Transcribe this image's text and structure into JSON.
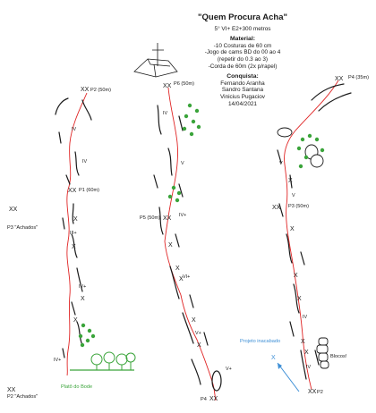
{
  "info": {
    "title": "\"Quem Procura Acha\"",
    "grade": "5° VI+ E2+300 metros",
    "material_heading": "Material:",
    "material": [
      "-10 Costuras de 60 cm",
      "-Jogo de cams BD do 00 ao 4",
      "(repetir do 0.3 ao 3)",
      "-Corda de 60m (2x p/rapel)"
    ],
    "conquista_heading": "Conquista:",
    "conquista": [
      "Fernando Aranha",
      "Sandro Santana",
      "Vinicius Pugaciov",
      "14/04/2021"
    ]
  },
  "topo": {
    "anchors": [
      {
        "id": "p1",
        "label": "P1 (60m)"
      },
      {
        "id": "p2-top",
        "label": "P2 (50m)"
      },
      {
        "id": "p3-achados",
        "label": "P3 \"Achados\""
      },
      {
        "id": "p2-achados",
        "label": "P2 \"Achados\""
      },
      {
        "id": "p5",
        "label": "P5 (50m)"
      },
      {
        "id": "p6",
        "label": "P6 (50m)"
      },
      {
        "id": "p4-bottom",
        "label": "P4"
      },
      {
        "id": "p4-top",
        "label": "P4 (35m)"
      },
      {
        "id": "p3-right",
        "label": "P3 (50m)"
      },
      {
        "id": "p2-right",
        "label": "P2"
      }
    ],
    "grades": {
      "left": [
        "IV",
        "IV",
        "III+",
        "IV+",
        "IV+"
      ],
      "middle": [
        "IV",
        "V",
        "IV+",
        "VI+",
        "V+",
        "V+"
      ],
      "right": [
        "V",
        "V",
        "IV",
        "IV"
      ]
    },
    "plato_label": "Platô do Bode",
    "projeto_label": "Projeto inacabado",
    "blocos_label": "Blocos!",
    "bolt_marks": [
      "X",
      "XX"
    ],
    "colors": {
      "route": "#e02424",
      "green": "#3aa43a",
      "blue": "#3d8fd6",
      "rock": "#1a1a1a"
    }
  }
}
